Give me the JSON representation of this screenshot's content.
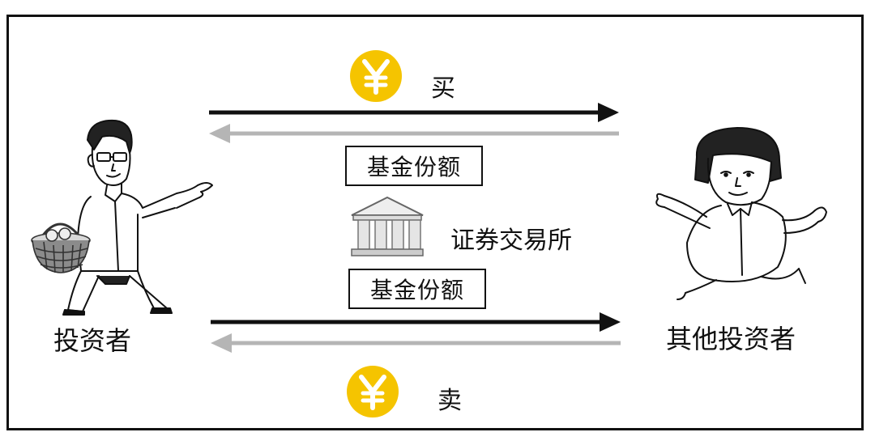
{
  "colors": {
    "arrow_dark": "#111111",
    "arrow_light": "#b5b5b5",
    "coin": "#f5c400",
    "frame": "#111111"
  },
  "labels": {
    "buy": "买",
    "sell": "卖",
    "fund_share_top": "基金份额",
    "fund_share_bottom": "基金份额",
    "exchange": "证券交易所",
    "investor": "投资者",
    "other_investor": "其他投资者",
    "currency_symbol": "¥"
  },
  "icons": {
    "coin_top": "yuan-coin-icon",
    "coin_bottom": "yuan-coin-icon",
    "exchange": "bank-building-icon",
    "investor": "man-with-basket-figure",
    "other_investor": "woman-running-figure"
  }
}
